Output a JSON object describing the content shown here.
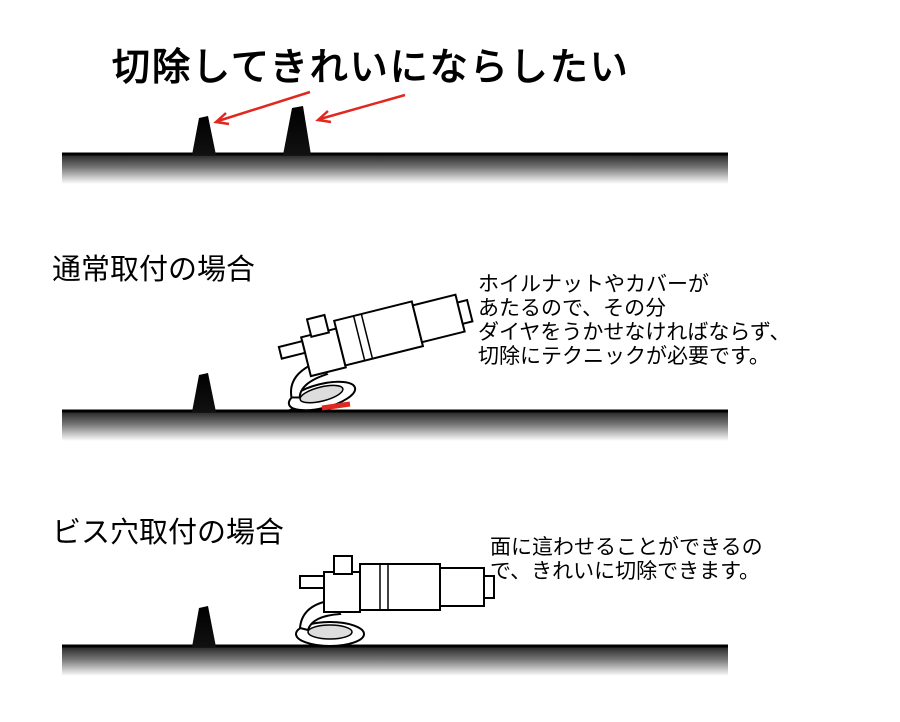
{
  "title": "切除してきれいにならしたい",
  "sections": [
    {
      "heading": "通常取付の場合",
      "description": "ホイルナットやカバーが\nあたるので、その分\nダイヤをうかせなければならず、\n切除にテクニックが必要です。"
    },
    {
      "heading": "ビス穴取付の場合",
      "description": "面に這わせることができるの\nで、きれいに切除できます。"
    }
  ],
  "colors": {
    "arrow": "#e0281f",
    "ground_top": "#000000",
    "ground_bottom": "#ffffff",
    "cut_mark": "#e0281f"
  }
}
